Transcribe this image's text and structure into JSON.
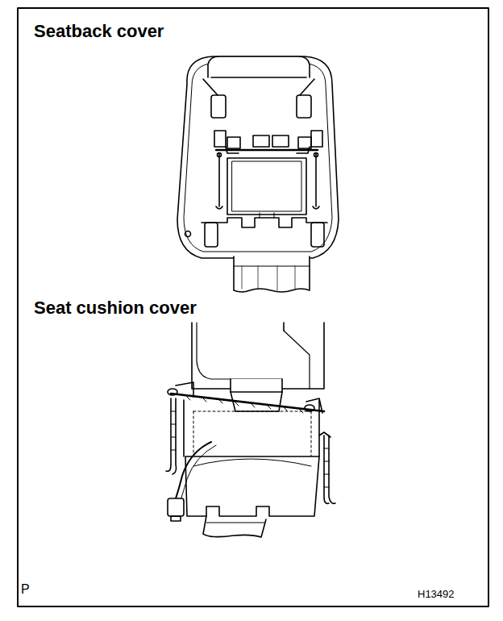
{
  "diagram": {
    "labels": [
      "Seatback cover",
      "Seat cushion cover",
      "P",
      "H13492"
    ]
  }
}
